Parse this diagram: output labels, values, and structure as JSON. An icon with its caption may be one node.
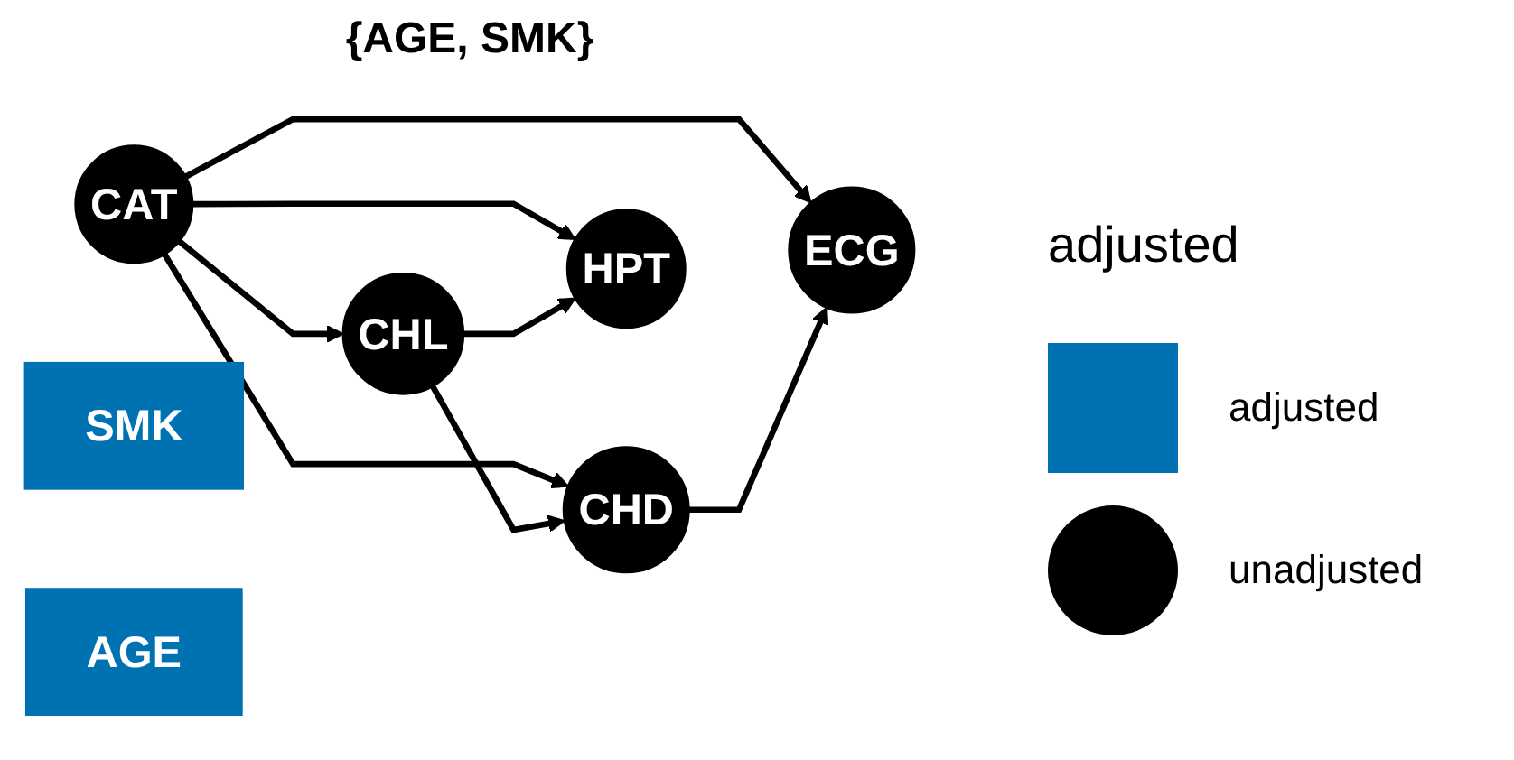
{
  "diagram": {
    "nodes": [
      {
        "text": [
          "ECG"
        ]
      },
      {
        "text": [
          "CAT"
        ]
      },
      {
        "text": [
          "CHD"
        ]
      },
      {
        "text": [
          "SMK"
        ]
      },
      {
        "text": [
          "HPT"
        ]
      },
      {
        "text": [
          "AGE"
        ]
      },
      {
        "text": [
          "CHL"
        ]
      }
    ],
    "edges": [
      {
        "from": 1,
        "to": 0,
        "arrow": "to"
      },
      {
        "from": 2,
        "to": 0,
        "arrow": "to"
      },
      {
        "from": 1,
        "to": 2,
        "arrow": "to"
      },
      {
        "from": 1,
        "to": 4,
        "arrow": "to"
      },
      {
        "from": 1,
        "to": 6,
        "arrow": "to"
      },
      {
        "from": 6,
        "to": 2,
        "arrow": "to"
      },
      {
        "from": 6,
        "to": 4,
        "arrow": "to"
      }
    ],
    "labels": [
      "{AGE, SMK}",
      "adjusted"
    ],
    "legend": [
      {
        "text": "adjusted",
        "color": "#0072b2"
      },
      {
        "text": "unadjusted"
      }
    ]
  }
}
